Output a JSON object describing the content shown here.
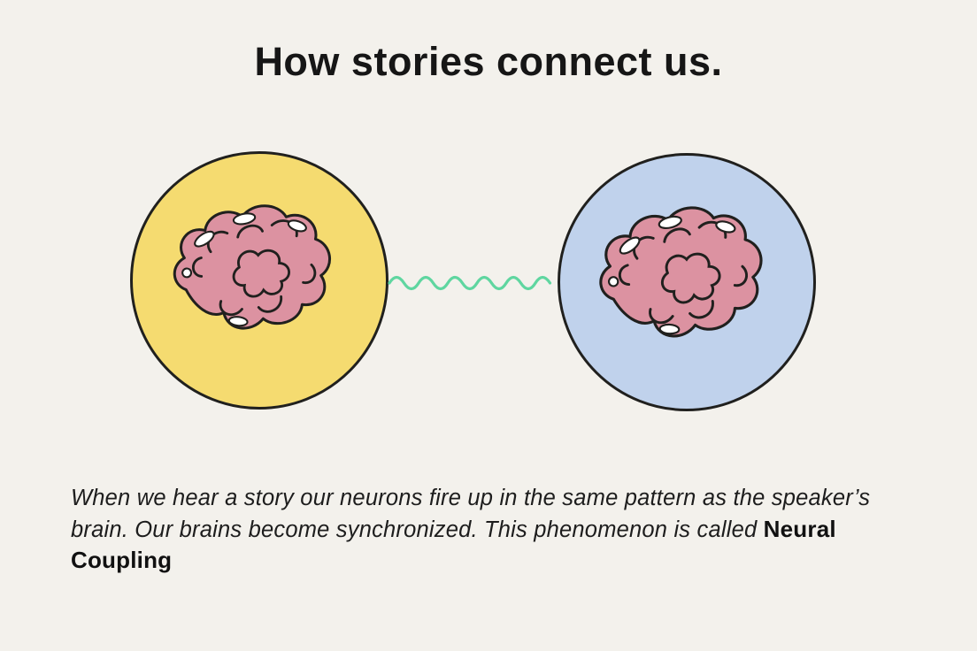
{
  "title": "How stories connect us.",
  "caption": {
    "lead": "When we hear a story our neurons fire up in the same pattern as the speaker’s brain. Our brains become synchronized. This phenomenon is called ",
    "term": "Neural Coupling"
  },
  "icons": {
    "left": "brain-icon",
    "right": "brain-icon",
    "connector": "wave-connector-icon"
  },
  "colors": {
    "background": "#f3f1ec",
    "title_text": "#161616",
    "caption_text": "#1d1d1d",
    "left_circle_fill": "#f5db70",
    "right_circle_fill": "#c0d2ec",
    "brain_fill": "#dc92a1",
    "outline": "#20201e",
    "connector": "#5fd6a0"
  }
}
